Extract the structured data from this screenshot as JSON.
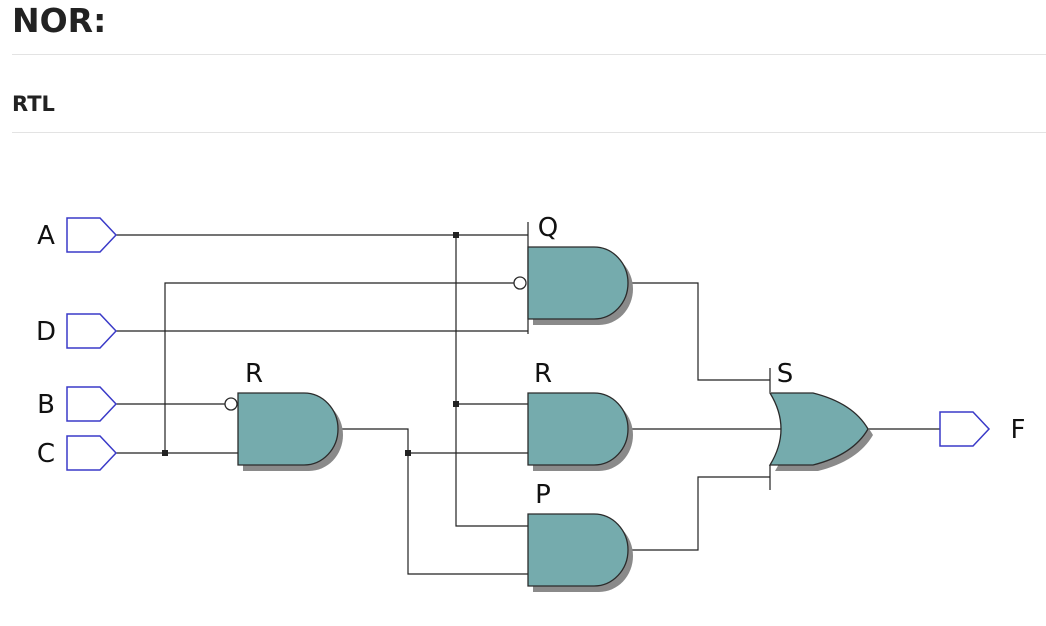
{
  "heading": "NOR:",
  "subheading": "RTL",
  "diagram": {
    "inputs": {
      "a": "A",
      "d": "D",
      "b": "B",
      "c": "C"
    },
    "output": "F",
    "gates": {
      "and_r_small": "R",
      "and_q": "Q",
      "and_r": "R",
      "and_p": "P",
      "or_s": "S"
    },
    "colors": {
      "gate_fill": "#75abad",
      "port_outline": "#3a3ac8",
      "wire": "#222222"
    }
  }
}
